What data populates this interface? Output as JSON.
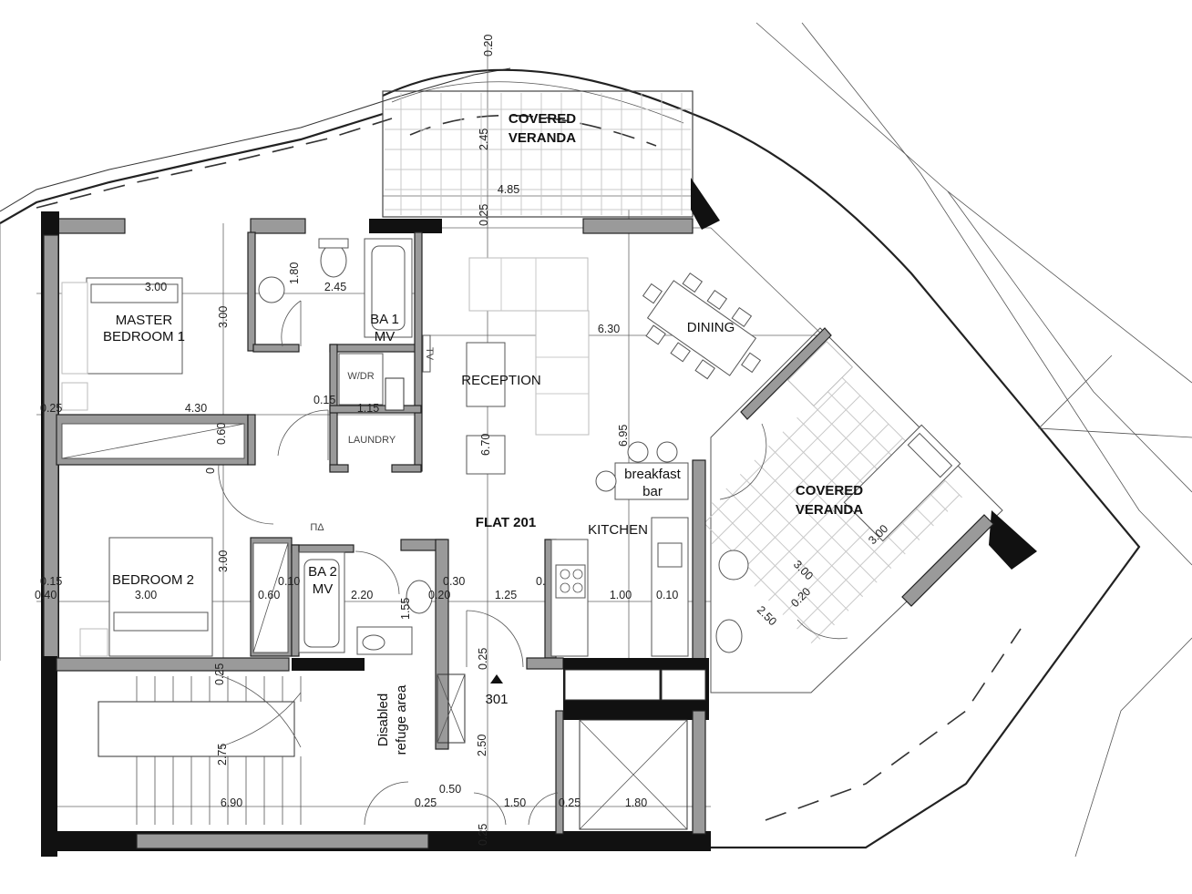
{
  "plan": {
    "flat_label": "FLAT 201",
    "unit_number": "301",
    "rooms": {
      "covered_veranda_top": [
        "COVERED",
        "VERANDA"
      ],
      "covered_veranda_right": [
        "COVERED",
        "VERANDA"
      ],
      "master_bedroom": [
        "MASTER",
        "BEDROOM 1"
      ],
      "bedroom_2": "BEDROOM 2",
      "ba1": [
        "BA 1",
        "MV"
      ],
      "ba2": [
        "BA 2",
        "MV"
      ],
      "wdr": "W/DR",
      "laundry": "LAUNDRY",
      "reception": "RECEPTION",
      "dining": "DINING",
      "kitchen": "KITCHEN",
      "breakfast_bar": [
        "breakfast",
        "bar"
      ],
      "disabled_refuge": [
        "Disabled",
        "refuge area"
      ],
      "tv": "TV",
      "pd": "ΠΔ"
    },
    "dimensions": {
      "veranda_top_h": "2.45",
      "veranda_top_w": "4.85",
      "top_edge": "0.20",
      "top_25": "0.25",
      "master_w": "3.00",
      "master_h": "3.00",
      "ba1_w": "2.45",
      "ba1_h": "1.80",
      "living_w": "6.30",
      "corridor_w": "4.30",
      "corridor_15": "0.15",
      "laundry_w": "1.15",
      "side_25": "0.25",
      "v_60": "0.60",
      "v_10": "0.10",
      "breakfast_h": "6.95",
      "breakfast_h2": "6.70",
      "bed2_w": "3.00",
      "bed2_h": "3.00",
      "left_15": "0.15",
      "left_40": "0.40",
      "ba2_60": "0.60",
      "ba2_10": "0.10",
      "ba2_220": "2.20",
      "stair_155": "1.55",
      "d_020": "0.20",
      "d_030": "0.30",
      "d_125": "1.25",
      "d_0": "0.",
      "d_100": "1.00",
      "d_010": "0.10",
      "veranda_r_300a": "3.00",
      "veranda_r_300b": "3.00",
      "veranda_r_250": "2.50",
      "veranda_r_20": "0.20",
      "lower_025": "0.25",
      "lower_250": "2.50",
      "lower_050": "0.50",
      "lower_025b": "0.25",
      "lower_150": "1.50",
      "lower_025c": "0.25",
      "lower_180": "1.80",
      "stair_275": "2.75",
      "stair_690": "6.90",
      "bottom_025": "0.25",
      "v_0": "0",
      "left_top_25": "0.25"
    }
  }
}
